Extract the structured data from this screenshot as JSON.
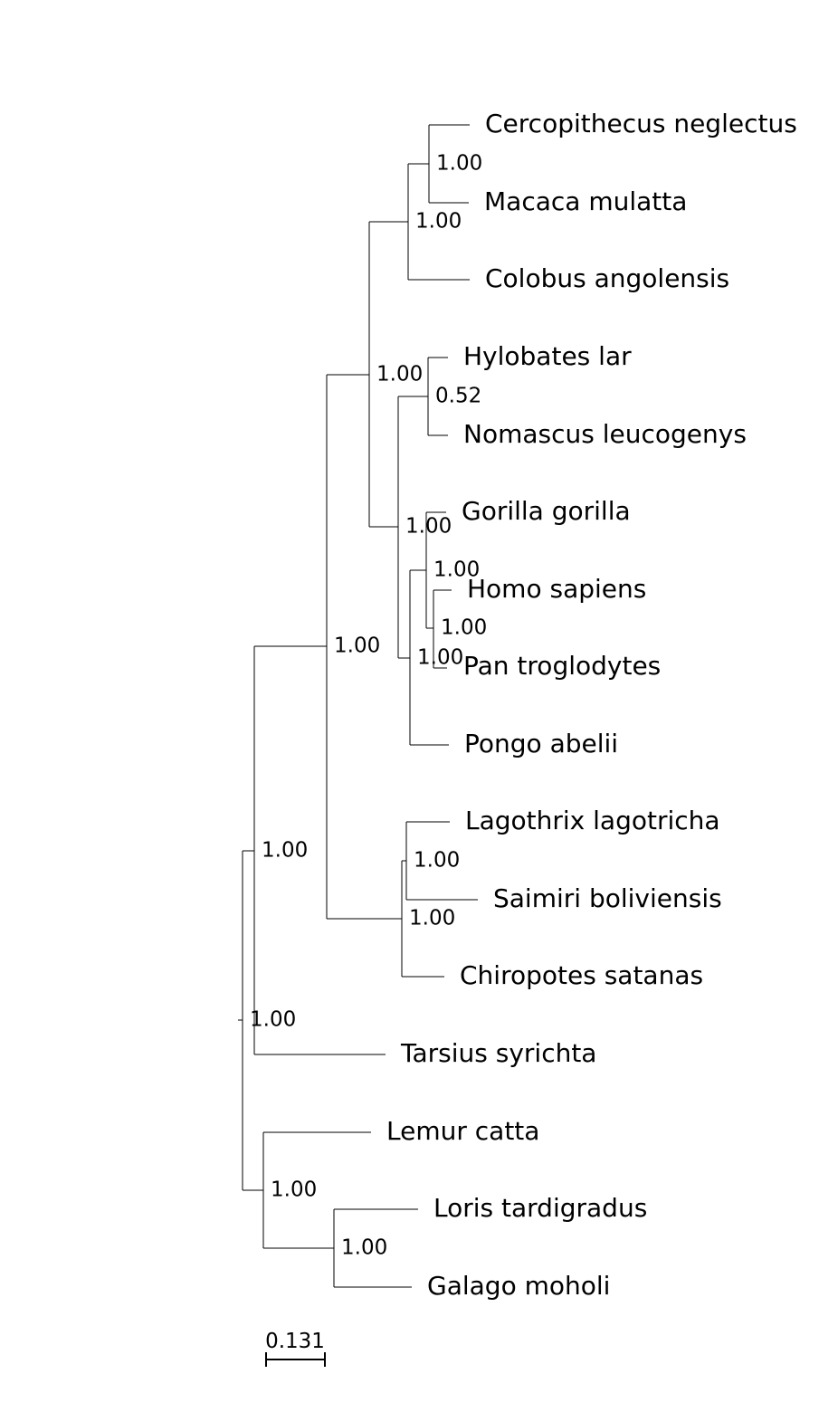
{
  "tree": {
    "taxa": [
      {
        "id": "cercopithecus",
        "label": "Cercopithecus neglectus"
      },
      {
        "id": "macaca",
        "label": "Macaca mulatta"
      },
      {
        "id": "colobus",
        "label": "Colobus angolensis"
      },
      {
        "id": "hylobates",
        "label": "Hylobates lar"
      },
      {
        "id": "nomascus",
        "label": "Nomascus leucogenys"
      },
      {
        "id": "gorilla",
        "label": "Gorilla gorilla"
      },
      {
        "id": "homo",
        "label": "Homo sapiens"
      },
      {
        "id": "pan",
        "label": "Pan troglodytes"
      },
      {
        "id": "pongo",
        "label": "Pongo abelii"
      },
      {
        "id": "lagothrix",
        "label": "Lagothrix lagotricha"
      },
      {
        "id": "saimiri",
        "label": "Saimiri boliviensis"
      },
      {
        "id": "chiropotes",
        "label": "Chiropotes satanas"
      },
      {
        "id": "tarsius",
        "label": "Tarsius syrichta"
      },
      {
        "id": "lemur",
        "label": "Lemur catta"
      },
      {
        "id": "loris",
        "label": "Loris tardigradus"
      },
      {
        "id": "galago",
        "label": "Galago moholi"
      }
    ],
    "support_values": {
      "root": "1.00",
      "haplorhini": "1.00",
      "anthropoidea": "1.00",
      "catarrhini": "1.00",
      "cercopithecidae": "1.00",
      "cercopithecinae": "1.00",
      "hominoidea": "1.00",
      "hylobatidae": "0.52",
      "hominidae": "1.00",
      "homininae": "1.00",
      "hominini": "1.00",
      "platyrrhini": "1.00",
      "pitheciidae_group": "1.00",
      "strepsirrhini": "1.00",
      "lorisoidea": "1.00"
    },
    "scale_bar": {
      "label": "0.131",
      "length": 0.131
    }
  }
}
